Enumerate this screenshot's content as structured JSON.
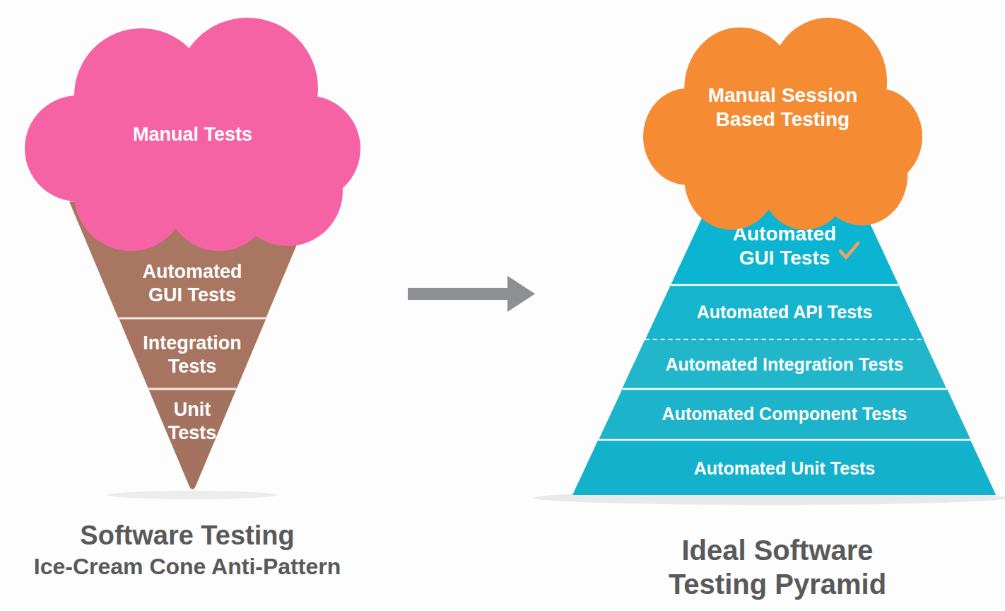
{
  "diagram": {
    "nodes": [
      {
        "text": [
          "Manual Tests"
        ]
      },
      {
        "text": [
          "Automated GUI Tests"
        ]
      },
      {
        "text": [
          "Integration Tests"
        ]
      },
      {
        "text": [
          "Unit Tests"
        ]
      },
      {
        "text": [
          "Manual Session Based Testing"
        ]
      },
      {
        "text": [
          "Automated GUI Tests"
        ]
      },
      {
        "text": [
          "Automated API Tests"
        ]
      },
      {
        "text": [
          "Automated Integration Tests"
        ]
      },
      {
        "text": [
          "Automated Component Tests"
        ]
      },
      {
        "text": [
          "Automated Unit Tests"
        ]
      }
    ],
    "labels": [
      "Software Testing",
      "Ice-Cream Cone Anti-Pattern",
      "Ideal Software Testing Pyramid"
    ]
  }
}
